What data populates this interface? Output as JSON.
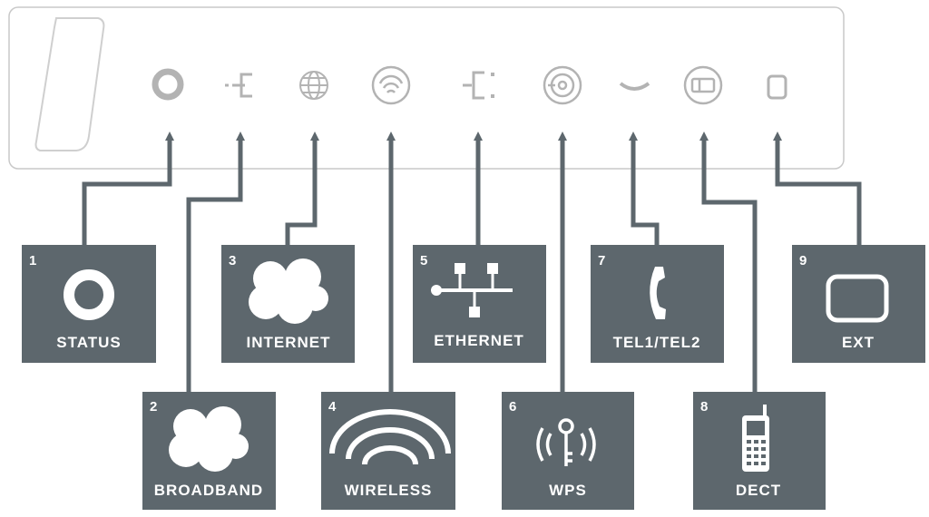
{
  "colors": {
    "tile": "#5d676d",
    "connector": "#5d676d",
    "panel_outline": "#c9c9c9",
    "led_icon": "#b3b3b3",
    "tile_text": "#ffffff"
  },
  "indicators": [
    {
      "number": "1",
      "label": "STATUS",
      "icon": "status-ring-icon",
      "led_icon": "status-led-icon"
    },
    {
      "number": "2",
      "label": "BROADBAND",
      "icon": "cloud-icon",
      "led_icon": "broadband-led-icon"
    },
    {
      "number": "3",
      "label": "INTERNET",
      "icon": "cloud-icon",
      "led_icon": "globe-led-icon"
    },
    {
      "number": "4",
      "label": "WIRELESS",
      "icon": "wifi-waves-icon",
      "led_icon": "wireless-led-icon"
    },
    {
      "number": "5",
      "label": "ETHERNET",
      "icon": "network-tree-icon",
      "led_icon": "ethernet-led-icon"
    },
    {
      "number": "6",
      "label": "WPS",
      "icon": "key-signal-icon",
      "led_icon": "wps-led-icon"
    },
    {
      "number": "7",
      "label": "TEL1/TEL2",
      "icon": "handset-icon",
      "led_icon": "phone-led-icon"
    },
    {
      "number": "8",
      "label": "DECT",
      "icon": "mobile-phone-icon",
      "led_icon": "dect-led-icon"
    },
    {
      "number": "9",
      "label": "EXT",
      "icon": "rounded-rect-icon",
      "led_icon": "ext-led-icon"
    }
  ]
}
